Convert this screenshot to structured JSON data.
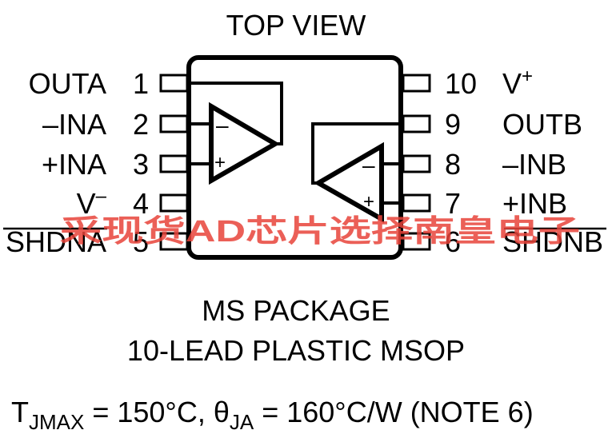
{
  "title": "TOP VIEW",
  "left_pins": [
    {
      "num": "1",
      "name": "OUTA"
    },
    {
      "num": "2",
      "name": "–INA"
    },
    {
      "num": "3",
      "name": "+INA"
    },
    {
      "num": "4",
      "name": "V",
      "sup": "–"
    },
    {
      "num": "5",
      "name": "SHDNA",
      "overline": true
    }
  ],
  "right_pins": [
    {
      "num": "10",
      "name": "V",
      "sup": "+"
    },
    {
      "num": "9",
      "name": "OUTB"
    },
    {
      "num": "8",
      "name": "–INB"
    },
    {
      "num": "7",
      "name": "+INB"
    },
    {
      "num": "6",
      "name": "SHDNB",
      "overline": true
    }
  ],
  "opamp_a": {
    "minus": "–",
    "plus": "+"
  },
  "opamp_b": {
    "minus": "–",
    "plus": "+"
  },
  "package_line1": "MS PACKAGE",
  "package_line2": "10-LEAD PLASTIC MSOP",
  "thermal": {
    "t_symbol": "T",
    "t_sub": "JMAX",
    "t_value": " = 150°C, ",
    "theta_symbol": "θ",
    "theta_sub": "JA",
    "theta_value": " = 160°C/W (NOTE 6)"
  },
  "watermark": "采现货AD芯片选择南皇电子"
}
